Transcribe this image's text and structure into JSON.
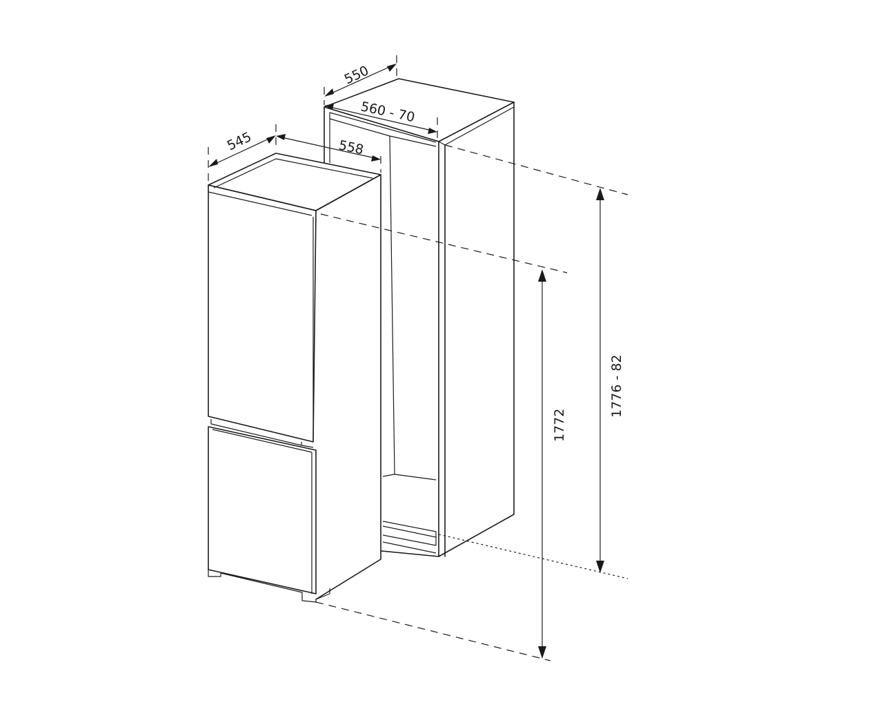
{
  "dimensions": {
    "appliance_depth": "545",
    "appliance_width": "558",
    "appliance_height": "1772",
    "niche_depth": "550",
    "niche_width": "560 - 70",
    "niche_height": "1776 - 82"
  },
  "colors": {
    "line": "#1a1a1a",
    "background": "#ffffff"
  }
}
